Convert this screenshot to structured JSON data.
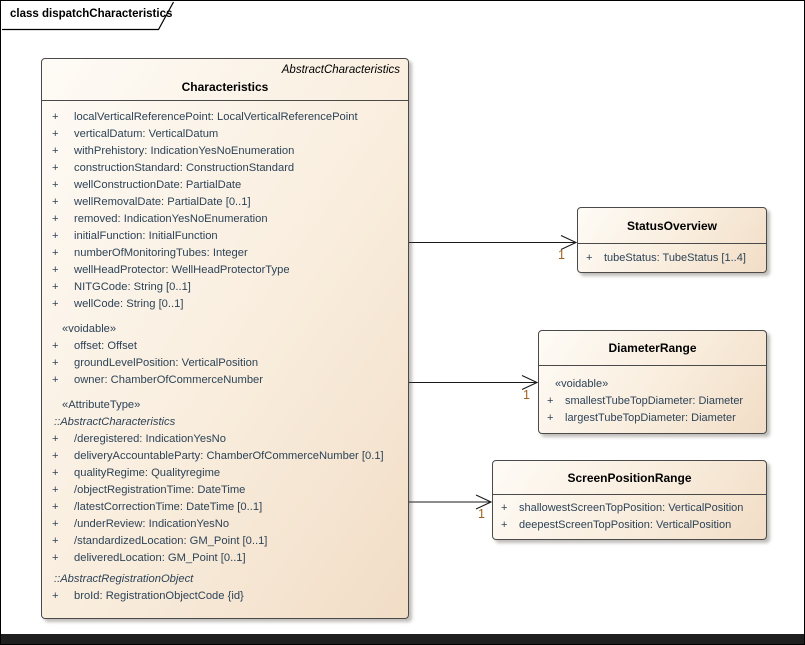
{
  "frame": {
    "title": "class dispatchCharacteristics"
  },
  "symbols": {
    "plus": "+"
  },
  "colors": {
    "box_fill_light": "#fefbf6",
    "box_fill_dark": "#f1ddc6",
    "box_border": "#4a4a4a",
    "attribute_text": "#2d4357",
    "class_name_text": "#000000",
    "multiplicity_text": "#a3621f",
    "frame_border": "#000000",
    "bottom_bar": "#1f1f1f"
  },
  "classes": {
    "characteristics": {
      "stereotype_header": "AbstractCharacteristics",
      "name": "Characteristics",
      "attrs1": [
        "localVerticalReferencePoint: LocalVerticalReferencePoint",
        "verticalDatum: VerticalDatum",
        "withPrehistory: IndicationYesNoEnumeration",
        "constructionStandard: ConstructionStandard",
        "wellConstructionDate: PartialDate",
        "wellRemovalDate: PartialDate [0..1]",
        "removed: IndicationYesNoEnumeration",
        "initialFunction: InitialFunction",
        "numberOfMonitoringTubes: Integer",
        "wellHeadProtector: WellHeadProtectorType",
        "NITGCode: String [0..1]",
        "wellCode: String [0..1]"
      ],
      "voidable_label": "«voidable»",
      "voidable_attrs": [
        "offset: Offset",
        "groundLevelPosition: VerticalPosition",
        "owner: ChamberOfCommerceNumber"
      ],
      "attributetype_label": "«AttributeType»",
      "inherited1_label": "::AbstractCharacteristics",
      "inherited1_attrs": [
        "/deregistered: IndicationYesNo",
        "deliveryAccountableParty: ChamberOfCommerceNumber [0.1]",
        "qualityRegime: Qualityregime",
        "/objectRegistrationTime: DateTime",
        "/latestCorrectionTime: DateTime [0..1]",
        "/underReview: IndicationYesNo",
        "/standardizedLocation: GM_Point [0..1]",
        "deliveredLocation: GM_Point [0..1]"
      ],
      "inherited2_label": "::AbstractRegistrationObject",
      "inherited2_attrs": [
        "broId: RegistrationObjectCode {id}"
      ]
    },
    "status_overview": {
      "name": "StatusOverview",
      "attrs": [
        "tubeStatus: TubeStatus [1..4]"
      ]
    },
    "diameter_range": {
      "name": "DiameterRange",
      "voidable_label": "«voidable»",
      "attrs": [
        "smallestTubeTopDiameter: Diameter",
        "largestTubeTopDiameter: Diameter"
      ]
    },
    "screen_position_range": {
      "name": "ScreenPositionRange",
      "attrs": [
        "shallowestScreenTopPosition: VerticalPosition",
        "deepestScreenTopPosition: VerticalPosition"
      ]
    }
  },
  "connectors": [
    {
      "target": "StatusOverview",
      "multiplicity": "1"
    },
    {
      "target": "DiameterRange",
      "multiplicity": "1"
    },
    {
      "target": "ScreenPositionRange",
      "multiplicity": "1"
    }
  ]
}
